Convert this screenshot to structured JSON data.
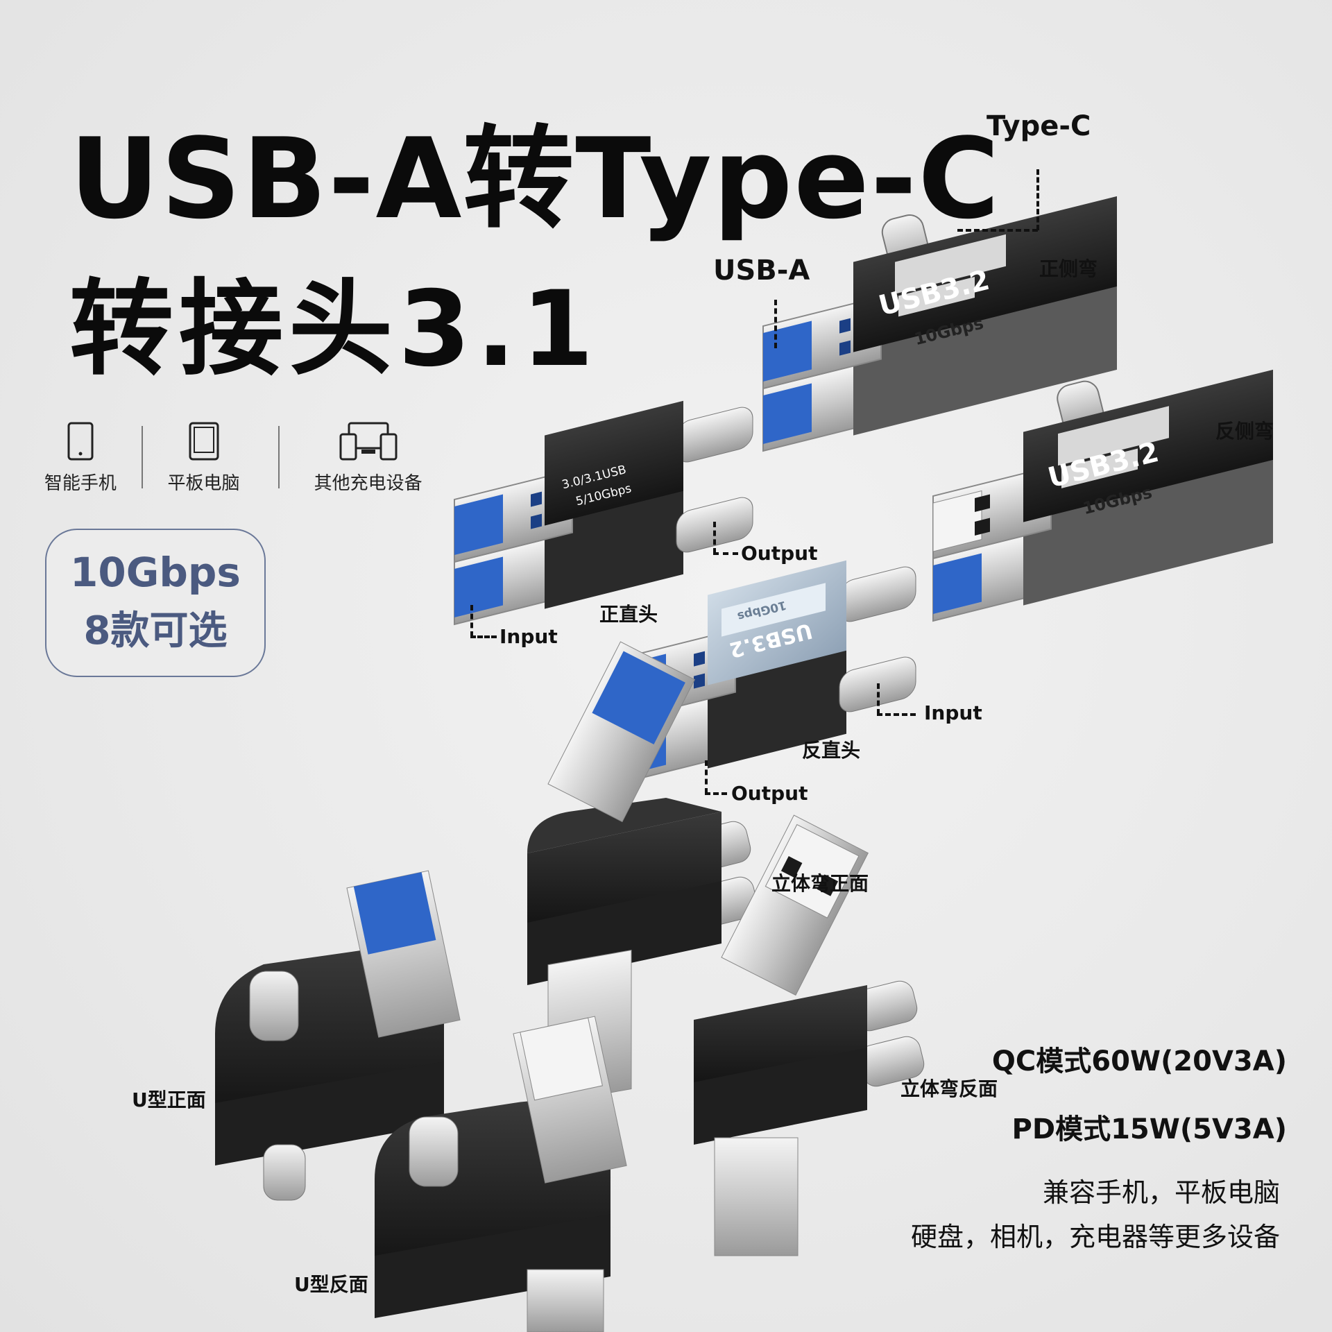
{
  "title": {
    "line1": "USB-A转Type-C",
    "line2": "转接头3.1"
  },
  "devices": [
    {
      "label": "智能手机",
      "icon": "smartphone-icon"
    },
    {
      "label": "平板电脑",
      "icon": "tablet-icon"
    },
    {
      "label": "其他充电设备",
      "icon": "multi-device-icon"
    }
  ],
  "badge": {
    "speed": "10Gbps",
    "options": "8款可选"
  },
  "labels": {
    "type_c": "Type-C",
    "usb_a": "USB-A",
    "pos_side_bend": "正侧弯",
    "neg_side_bend": "反侧弯",
    "pos_straight": "正直头",
    "neg_straight": "反直头",
    "output1": "Output",
    "input1": "Input",
    "input2": "Input",
    "output2": "Output",
    "three_d_front": "立体弯正面",
    "three_d_back": "立体弯反面",
    "u_front": "U型正面",
    "u_back": "U型反面"
  },
  "adapter_prints": {
    "usb32": "USB3.2",
    "gbps": "10Gbps",
    "straight_line1": "3.0/3.1USB",
    "straight_line2": "5/10Gbps"
  },
  "specs": {
    "qc": "QC模式60W(20V3A)",
    "pd": "PD模式15W(5V3A)",
    "compat1": "兼容手机，平板电脑",
    "compat2": "硬盘，相机，充电器等更多设备"
  },
  "colors": {
    "badge_text": "#4b5a80",
    "usb_blue": "#2f66c8",
    "body_black": "#1c1c1c",
    "body_silver": "#a8b8c8"
  }
}
